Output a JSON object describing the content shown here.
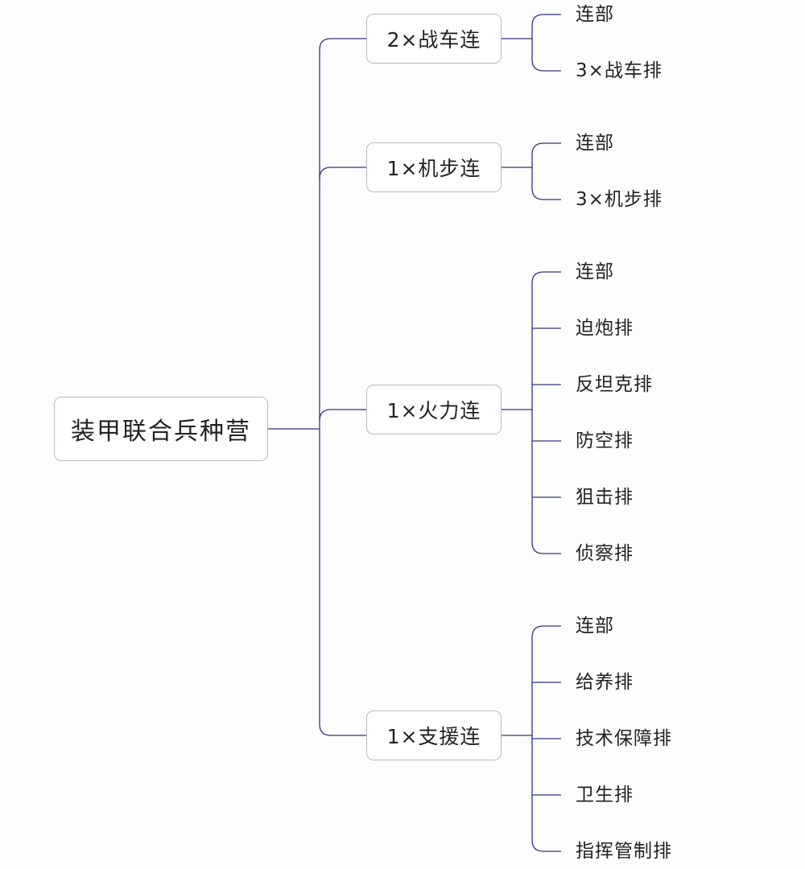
{
  "root": {
    "label": "装甲联合兵种营"
  },
  "companies": [
    {
      "label": "2×战车连",
      "units": [
        "连部",
        "3×战车排"
      ]
    },
    {
      "label": "1×机步连",
      "units": [
        "连部",
        "3×机步排"
      ]
    },
    {
      "label": "1×火力连",
      "units": [
        "连部",
        "迫炮排",
        "反坦克排",
        "防空排",
        "狙击排",
        "侦察排"
      ]
    },
    {
      "label": "1×支援连",
      "units": [
        "连部",
        "给养排",
        "技术保障排",
        "卫生排",
        "指挥管制排"
      ]
    }
  ],
  "colors": {
    "line": "#2e3580",
    "box_border": "#b8b8c4",
    "background": "#fdfdfd"
  }
}
